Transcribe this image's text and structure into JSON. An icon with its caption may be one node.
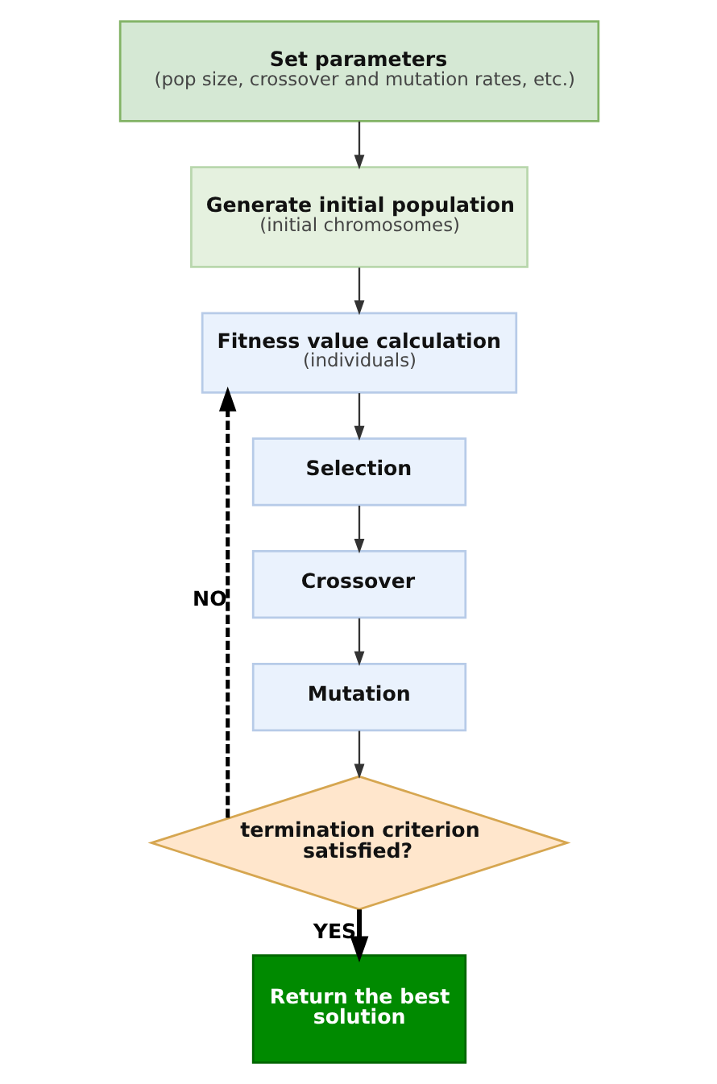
{
  "diagram": {
    "nodes": [
      {
        "text": [
          "Set parameters",
          "(pop size, crossover and mutation rates, etc.)"
        ]
      },
      {
        "text": [
          "Generate initial population",
          "(initial chromosomes)"
        ]
      },
      {
        "text": [
          "Fitness value calculation",
          "(individuals)"
        ]
      },
      {
        "text": [
          "Selection"
        ]
      },
      {
        "text": [
          "Crossover"
        ]
      },
      {
        "text": [
          "Mutation"
        ]
      },
      {
        "text": [
          "termination criterion satisfied?"
        ]
      },
      {
        "text": [
          "Return the best solution"
        ]
      }
    ],
    "edges": [
      {
        "from": 0,
        "to": 1,
        "arrow": "to"
      },
      {
        "from": 1,
        "to": 2,
        "arrow": "to"
      },
      {
        "from": 2,
        "to": 3,
        "arrow": "to"
      },
      {
        "from": 3,
        "to": 4,
        "arrow": "to"
      },
      {
        "from": 4,
        "to": 5,
        "arrow": "to"
      },
      {
        "from": 5,
        "to": 6,
        "arrow": "to"
      },
      {
        "from": 6,
        "to": 2,
        "arrow": "to",
        "label": "NO",
        "style": "dashed"
      },
      {
        "from": 6,
        "to": 7,
        "arrow": "to",
        "label": "YES",
        "style": "thick"
      }
    ]
  }
}
